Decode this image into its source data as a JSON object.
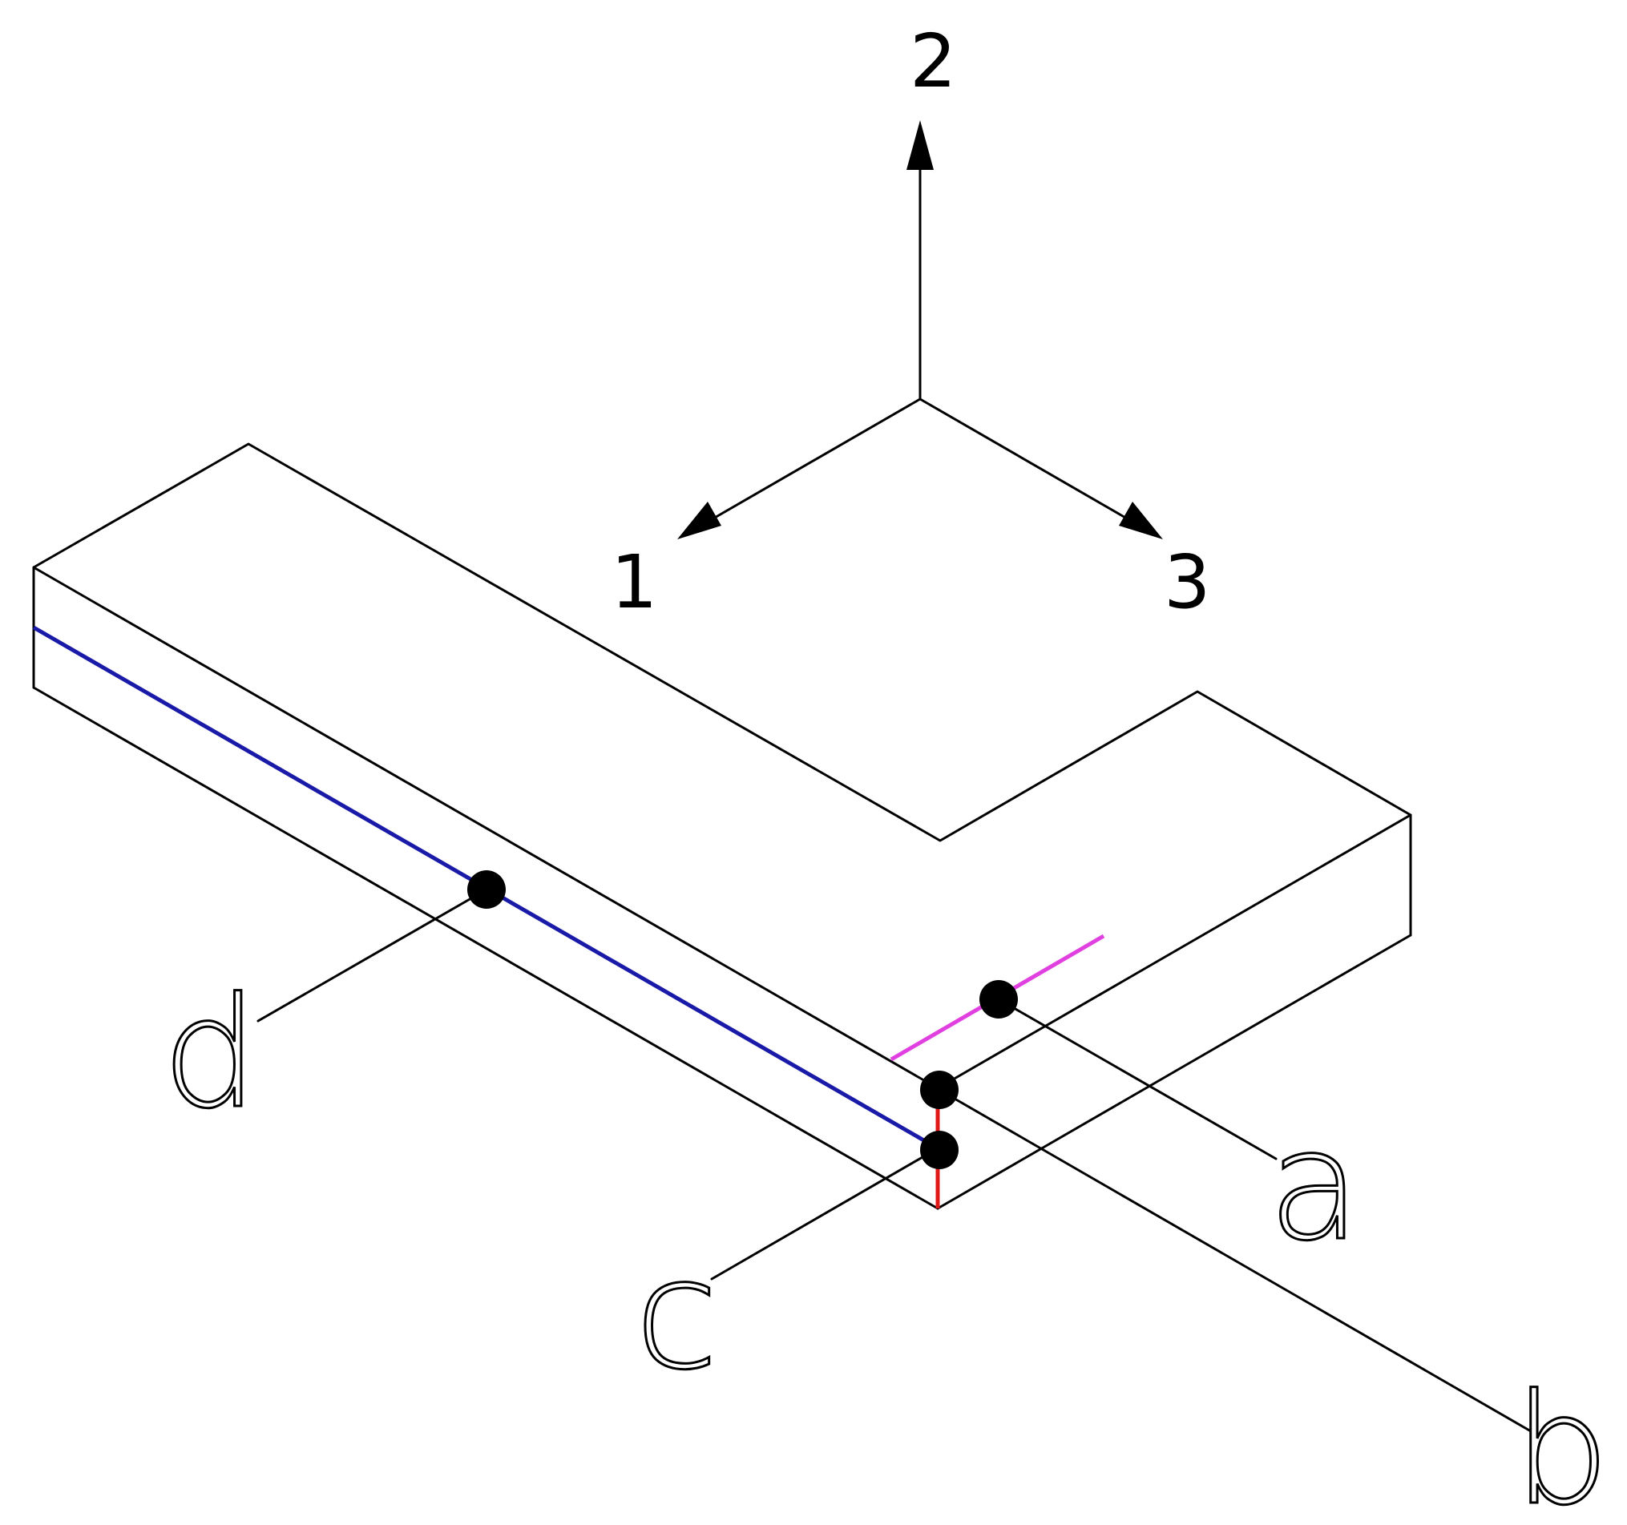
{
  "axes": {
    "axis_1_label": "1",
    "axis_2_label": "2",
    "axis_3_label": "3"
  },
  "points": {
    "a_label": "a",
    "b_label": "b",
    "c_label": "c",
    "d_label": "d"
  },
  "colors": {
    "outline": "#000000",
    "path_d": "#1a1aa8",
    "path_a": "#e040e0",
    "path_c": "#e01818",
    "point_fill": "#000000",
    "background": "#ffffff"
  }
}
